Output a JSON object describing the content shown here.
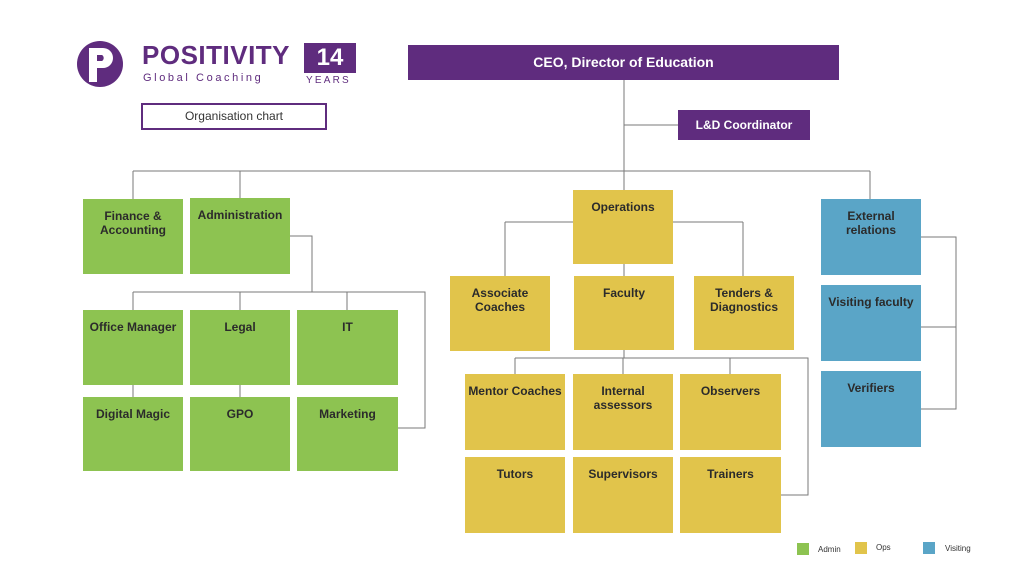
{
  "logo": {
    "brand": "POSITIVITY",
    "tagline": "Global Coaching",
    "years_number": "14",
    "years_label": "YEARS",
    "brand_color": "#5f2c7e"
  },
  "chart_label": "Organisation chart",
  "ceo": "CEO, Director of Education",
  "ld": "L&D Coordinator",
  "admin": {
    "finance": "Finance & Accounting",
    "administration": "Administration",
    "office_manager": "Office Manager",
    "legal": "Legal",
    "it": "IT",
    "digital_magic": "Digital Magic",
    "gpo": "GPO",
    "marketing": "Marketing"
  },
  "ops": {
    "operations": "Operations",
    "associate": "Associate Coaches",
    "faculty": "Faculty",
    "tenders": "Tenders & Diagnostics",
    "mentor": "Mentor Coaches",
    "internal": "Internal assessors",
    "observers": "Observers",
    "tutors": "Tutors",
    "supervisors": "Supervisors",
    "trainers": "Trainers"
  },
  "visiting": {
    "external": "External relations",
    "visiting_faculty": "Visiting faculty",
    "verifiers": "Verifiers"
  },
  "legend": {
    "admin": "Admin",
    "ops": "Ops",
    "visiting": "Visiting",
    "colors": {
      "admin": "#8dc351",
      "ops": "#e1c44b",
      "visiting": "#5aa5c7"
    }
  }
}
